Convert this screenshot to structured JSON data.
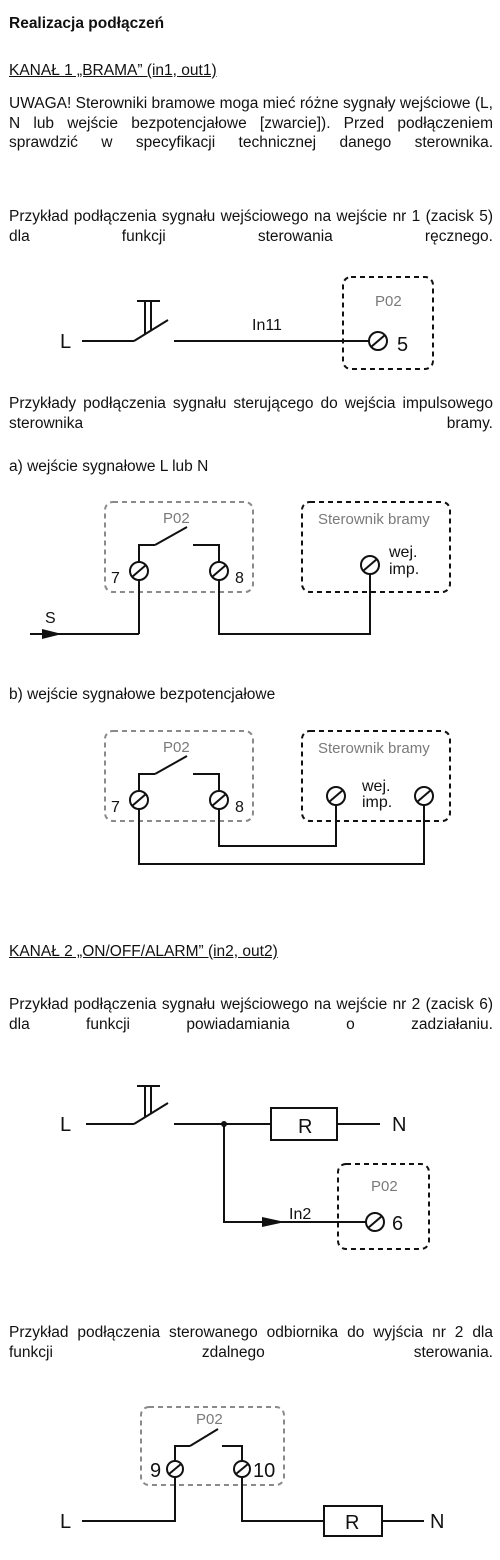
{
  "title": "Realizacja podłączeń",
  "channel1": {
    "heading": "KANAŁ 1 „BRAMA” (in1, out1)",
    "warning": "UWAGA! Sterowniki bramowe moga mieć różne sygnały wejściowe (L, N lub wejście bezpotencjałowe [zwarcie]). Przed podłączeniem sprawdzić w specyfikacji technicznej danego sterownika.",
    "example_text": "Przykład podłączenia sygnału wejściowego na wejście nr 1 (zacisk 5) dla funkcji sterowania ręcznego.",
    "diagram1": {
      "L": "L",
      "wire": "In11",
      "device": "P02",
      "terminal": "5"
    },
    "examples_text": "Przykłady podłączenia sygnału sterującego do wejścia impulsowego sterownika bramy.",
    "case_a": "a) wejście sygnałowe L lub N",
    "diagram_a": {
      "device": "P02",
      "t7": "7",
      "t8": "8",
      "controller": "Sterownik bramy",
      "inp1": "wej.",
      "inp2": "imp.",
      "S": "S"
    },
    "case_b": "b) wejście sygnałowe bezpotencjałowe",
    "diagram_b": {
      "device": "P02",
      "t7": "7",
      "t8": "8",
      "controller": "Sterownik bramy",
      "inp1": "wej.",
      "inp2": "imp."
    }
  },
  "channel2": {
    "heading": "KANAŁ 2 „ON/OFF/ALARM” (in2, out2)",
    "example_text": "Przykład podłączenia sygnału wejściowego na wejście nr 2 (zacisk 6) dla funkcji powiadamiania o zadziałaniu.",
    "diagram": {
      "L": "L",
      "R": "R",
      "N": "N",
      "device": "P02",
      "wire": "In2",
      "terminal": "6"
    },
    "output_text": "Przykład podłączenia sterowanego odbiornika do wyjścia nr 2 dla funkcji zdalnego sterowania.",
    "diagram_out": {
      "device": "P02",
      "t9": "9",
      "t10": "10",
      "L": "L",
      "R": "R",
      "N": "N"
    }
  }
}
